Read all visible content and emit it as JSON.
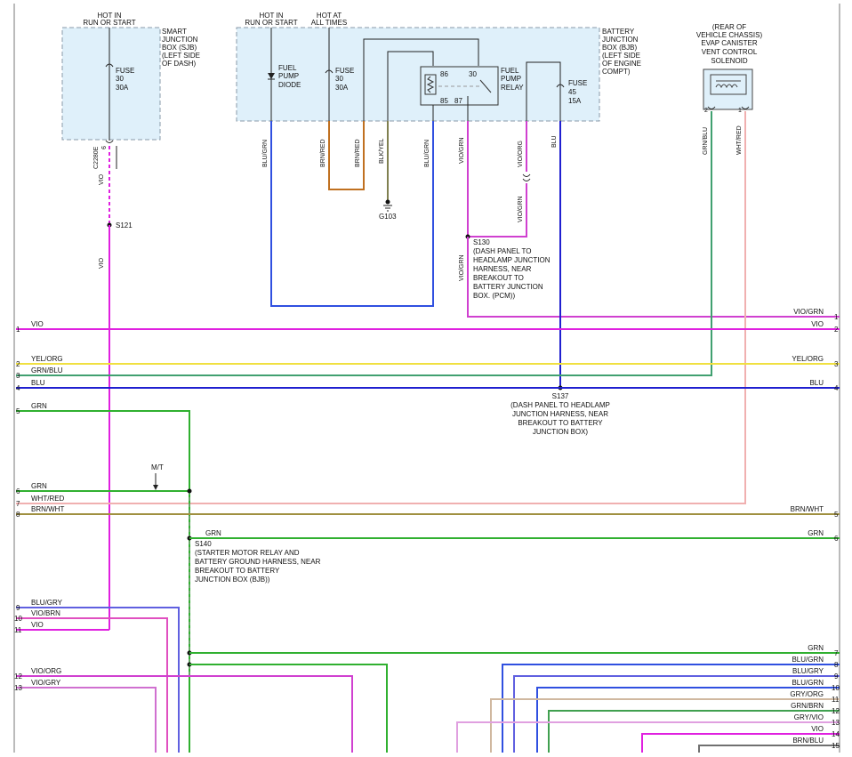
{
  "colors": {
    "vio": "#e020e0",
    "vio_grn": "#d040d0",
    "vio_org": "#d040d0",
    "yel_org": "#f0e040",
    "grn_blu": "#40a070",
    "blu": "#2020d0",
    "grn": "#30b030",
    "wht_red": "#f0b0b0",
    "brn_wht": "#a09040",
    "blu_gry": "#6060e0",
    "vio_brn": "#e050c0",
    "brn_red": "#c07020",
    "blk_yel": "#808050",
    "blu_grn": "#3050e0",
    "gry_org": "#d0b8a0",
    "gry_vio": "#e0a0e0",
    "brn_blu": "#707070",
    "box_fill": "#dff0fa",
    "box_border": "#8a9aa8"
  },
  "sjb": {
    "hot_label_1": "HOT IN",
    "hot_label_2": "RUN OR START",
    "title": [
      "SMART",
      "JUNCTION",
      "BOX (SJB)",
      "(LEFT SIDE",
      "OF DASH)"
    ],
    "fuse": [
      "FUSE",
      "30",
      "30A"
    ],
    "pin": "9",
    "connector": "C2280E"
  },
  "bjb": {
    "hot1": [
      "HOT IN",
      "RUN OR START"
    ],
    "hot2": [
      "HOT AT",
      "ALL TIMES"
    ],
    "title": [
      "BATTERY",
      "JUNCTION",
      "BOX (BJB)",
      "(LEFT SIDE",
      "OF ENGINE",
      "COMPT)"
    ],
    "diode": [
      "FUEL",
      "PUMP",
      "DIODE"
    ],
    "fuse30": [
      "FUSE",
      "30",
      "30A"
    ],
    "relay": [
      "FUEL",
      "PUMP",
      "RELAY"
    ],
    "relay_pins": [
      "86",
      "30",
      "85",
      "87"
    ],
    "fuse45": [
      "FUSE",
      "45",
      "15A"
    ]
  },
  "solenoid": {
    "title": [
      "(REAR OF",
      "VEHICLE CHASSIS)",
      "EVAP CANISTER",
      "VENT CONTROL",
      "SOLENOID"
    ],
    "pin2": "2",
    "pin1": "1"
  },
  "wire_labels": {
    "blu_grn": "BLU/GRN",
    "brn_red": "BRN/RED",
    "blk_yel": "BLK/YEL",
    "vio_grn": "VIO/GRN",
    "vio_org": "VIO/ORG",
    "blu": "BLU",
    "grn_blu": "GRN/BLU",
    "wht_red": "WHT/RED",
    "vio": "VIO"
  },
  "ground": "G103",
  "splices": {
    "s121": "S121",
    "s130": [
      "S130",
      "(DASH PANEL TO",
      "HEADLAMP JUNCTION",
      "HARNESS, NEAR",
      "BREAKOUT TO",
      "BATTERY JUNCTION",
      "BOX. (PCM))"
    ],
    "s137": [
      "S137",
      "(DASH PANEL TO HEADLAMP",
      "JUNCTION HARNESS, NEAR",
      "BREAKOUT TO BATTERY",
      "JUNCTION BOX)"
    ],
    "s140": [
      "S140",
      "(STARTER MOTOR RELAY AND",
      "BATTERY GROUND HARNESS, NEAR",
      "BREAKOUT TO BATTERY",
      "JUNCTION BOX (BJB))"
    ]
  },
  "mt_label": "M/T",
  "left_wires": [
    {
      "num": "1",
      "label": "VIO"
    },
    {
      "num": "2",
      "label": "YEL/ORG"
    },
    {
      "num": "3",
      "label": "GRN/BLU"
    },
    {
      "num": "4",
      "label": "BLU"
    },
    {
      "num": "5",
      "label": "GRN"
    },
    {
      "num": "6",
      "label": "GRN"
    },
    {
      "num": "7",
      "label": "WHT/RED"
    },
    {
      "num": "8",
      "label": "BRN/WHT"
    },
    {
      "num": "9",
      "label": "BLU/GRY"
    },
    {
      "num": "10",
      "label": "VIO/BRN"
    },
    {
      "num": "11",
      "label": "VIO"
    },
    {
      "num": "12",
      "label": "VIO/ORG"
    },
    {
      "num": "13",
      "label": "VIO/GRY"
    }
  ],
  "right_wires": [
    {
      "num": "1",
      "label": "VIO/GRN"
    },
    {
      "num": "2",
      "label": "VIO"
    },
    {
      "num": "3",
      "label": "YEL/ORG"
    },
    {
      "num": "4",
      "label": "BLU"
    },
    {
      "num": "5",
      "label": "BRN/WHT"
    },
    {
      "num": "6",
      "label": "GRN"
    },
    {
      "num": "7",
      "label": "GRN"
    },
    {
      "num": "8",
      "label": "BLU/GRN"
    },
    {
      "num": "9",
      "label": "BLU/GRY"
    },
    {
      "num": "10",
      "label": "BLU/GRN"
    },
    {
      "num": "11",
      "label": "GRY/ORG"
    },
    {
      "num": "12",
      "label": "GRN/BRN"
    },
    {
      "num": "13",
      "label": "GRY/VIO"
    },
    {
      "num": "14",
      "label": "VIO"
    },
    {
      "num": "15",
      "label": "BRN/BLU"
    }
  ],
  "mid_grn_label": "GRN"
}
